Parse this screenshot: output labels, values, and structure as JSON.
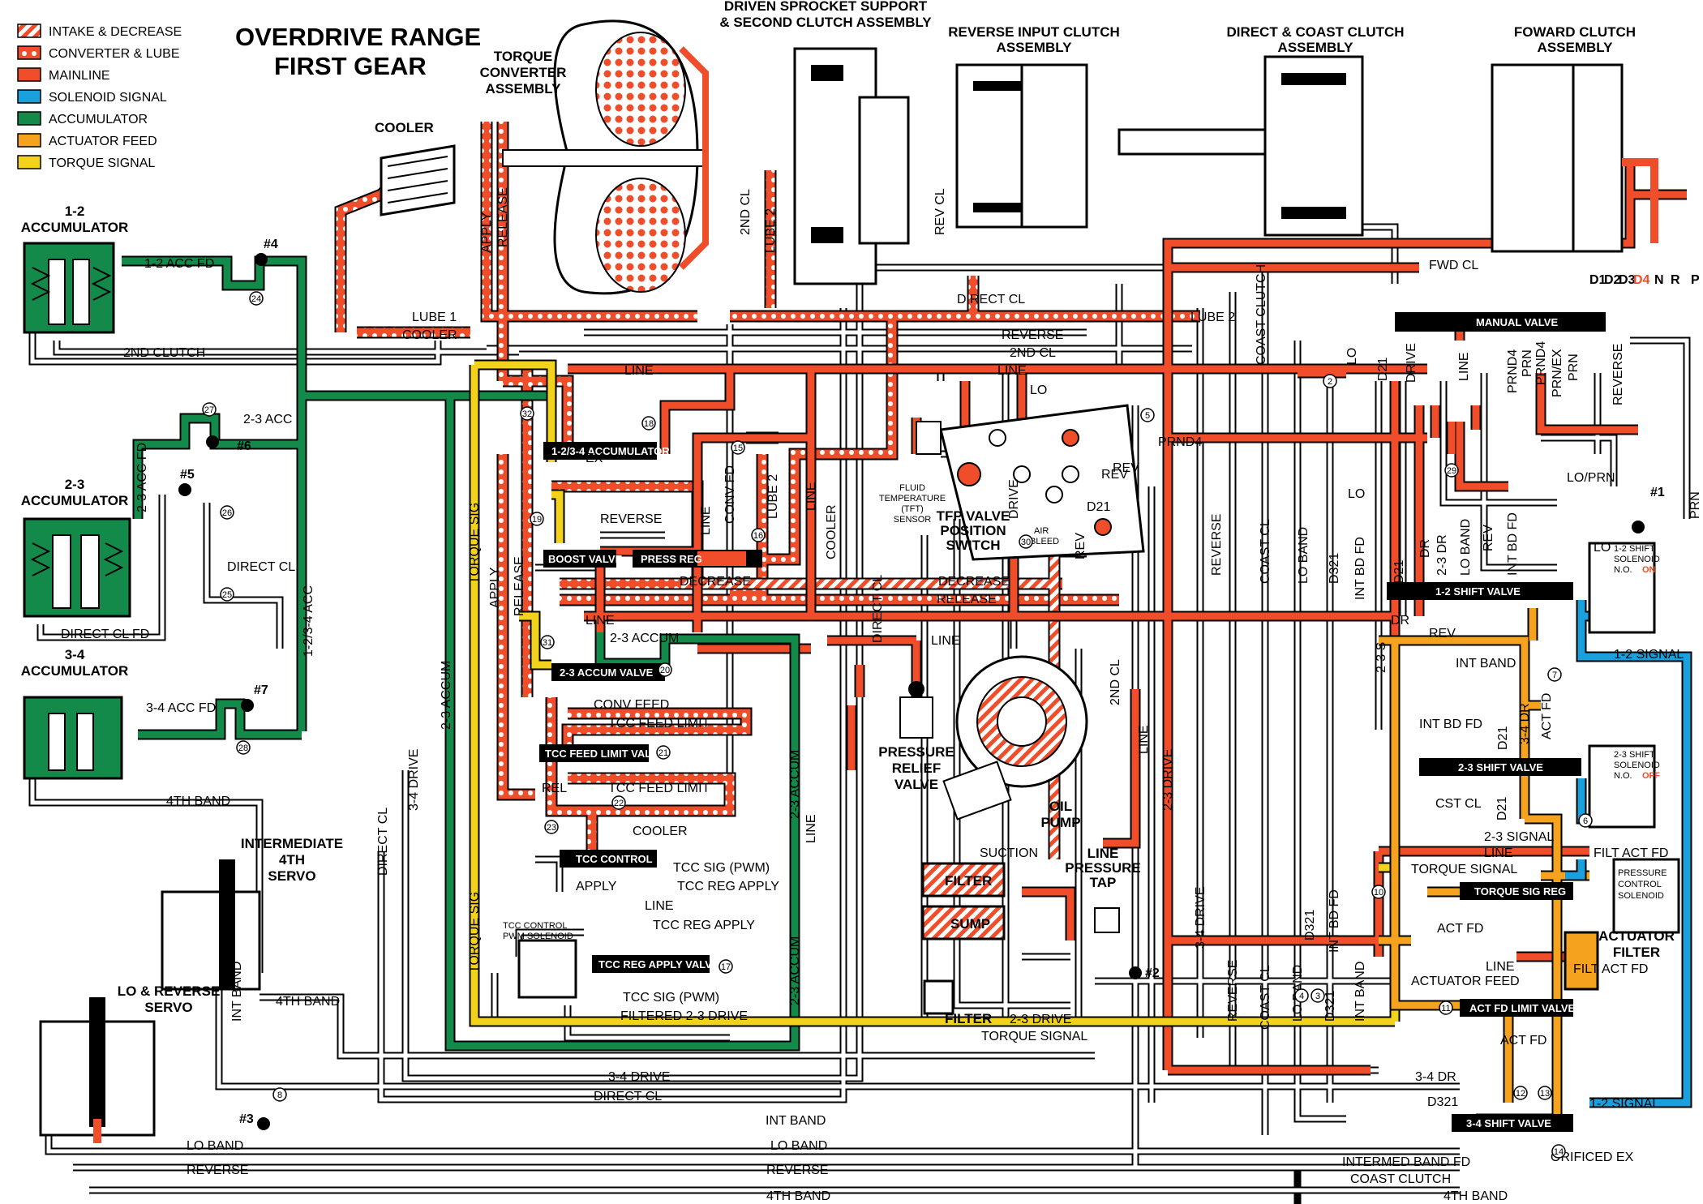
{
  "title": {
    "line1": "OVERDRIVE RANGE",
    "line2": "FIRST GEAR"
  },
  "legend": [
    {
      "label": "INTAKE & DECREASE",
      "color": "#f04e2a",
      "pattern": "hatch"
    },
    {
      "label": "CONVERTER & LUBE",
      "color": "#f04e2a",
      "pattern": "dots"
    },
    {
      "label": "MAINLINE",
      "color": "#f04e2a",
      "pattern": "solid"
    },
    {
      "label": "SOLENOID SIGNAL",
      "color": "#1aa0dc",
      "pattern": "solid"
    },
    {
      "label": "ACCUMULATOR",
      "color": "#138a4a",
      "pattern": "solid"
    },
    {
      "label": "ACTUATOR FEED",
      "color": "#f5a21e",
      "pattern": "solid"
    },
    {
      "label": "TORQUE SIGNAL",
      "color": "#f2d21a",
      "pattern": "solid"
    }
  ],
  "colors": {
    "mainline": "#f04e2a",
    "solenoid": "#1aa0dc",
    "accumulator": "#138a4a",
    "actuator": "#f5a21e",
    "torque": "#f2d21a",
    "exhaust": "#ffffff"
  },
  "headers": {
    "cooler": "COOLER",
    "acc12": [
      "1-2",
      "ACCUMULATOR"
    ],
    "acc23": [
      "2-3",
      "ACCUMULATOR"
    ],
    "acc34": [
      "3-4",
      "ACCUMULATOR"
    ],
    "torque_conv": [
      "TORQUE",
      "CONVERTER",
      "ASSEMBLY"
    ],
    "driven": [
      "DRIVEN SPROCKET SUPPORT",
      "& SECOND CLUTCH ASSEMBLY"
    ],
    "reverse_input": [
      "REVERSE INPUT CLUTCH",
      "ASSEMBLY"
    ],
    "direct_coast": [
      "DIRECT & COAST CLUTCH",
      "ASSEMBLY"
    ],
    "forward": [
      "FOWARD CLUTCH",
      "ASSEMBLY"
    ],
    "int_servo": [
      "INTERMEDIATE",
      "4TH",
      "SERVO"
    ],
    "lo_rev_servo": [
      "LO & REVERSE",
      "SERVO"
    ],
    "tfp": [
      "TFP VALVE",
      "POSITION",
      "SWITCH"
    ],
    "tft": [
      "FLUID",
      "TEMPERATURE",
      "(TFT)",
      "SENSOR"
    ],
    "relief": [
      "PRESSURE",
      "RELIEF",
      "VALVE"
    ],
    "oil_pump": [
      "OIL",
      "PUMP"
    ],
    "line_tap": [
      "LINE",
      "PRESSURE",
      "TAP"
    ],
    "actuator_filter": [
      "ACTUATOR",
      "FILTER"
    ],
    "tcc_pwm": [
      "TCC CONTROL",
      "PWM SOLENOID"
    ],
    "pcs": [
      "PRESSURE",
      "CONTROL",
      "SOLENOID"
    ],
    "filter": "FILTER",
    "sump": "SUMP",
    "filter2": "FILTER",
    "suction": "SUCTION",
    "air_bleed": [
      "AIR",
      "BLEED"
    ]
  },
  "valves": {
    "acc_1234": "1-2/3-4 ACCUMULATOR",
    "boost": "BOOST VALVE",
    "press_reg": "PRESS REG",
    "acc_23": "2-3 ACCUM VALVE",
    "tcc_feed": "TCC FEED LIMIT VALVE",
    "tcc_control": "TCC CONTROL",
    "tcc_reg_apply": "TCC REG APPLY VALVE",
    "manual": "MANUAL VALVE",
    "shift12": "1-2 SHIFT VALVE",
    "shift23": "2-3 SHIFT VALVE",
    "torque_sig_reg": "TORQUE SIG REG",
    "act_fd_limit": "ACT FD LIMIT VALVE",
    "shift34": "3-4 SHIFT VALVE"
  },
  "solenoids": {
    "s12": {
      "name": [
        "1-2 SHIFT",
        "SOLENOID",
        "N.O."
      ],
      "state": "ON"
    },
    "s23": {
      "name": [
        "2-3 SHIFT",
        "SOLENOID",
        "N.O."
      ],
      "state": "OFF"
    }
  },
  "manual_positions": [
    "D1",
    "D2",
    "D3",
    "D4",
    "N",
    "R",
    "P"
  ],
  "checkballs": [
    "#1",
    "#2",
    "#3",
    "#4",
    "#5",
    "#6",
    "#7"
  ],
  "lines": {
    "acc12_fd": "1-2 ACC FD",
    "second_clutch": "2ND CLUTCH",
    "acc23": "2-3 ACC",
    "acc23_fd": "2-3 ACC FD",
    "direct_cl": "DIRECT CL",
    "direct_cl_fd": "DIRECT CL FD",
    "acc34_fd": "3-4 ACC FD",
    "acc1234": "1-2/3-4 ACC",
    "fourth_band": "4TH BAND",
    "lube1": "LUBE 1",
    "cooler": "COOLER",
    "apply": "APPLY",
    "release": "RELEASE",
    "second_cl": "2ND CL",
    "lube2": "LUBE 2",
    "rev_cl": "REV CL",
    "fwd_cl": "FWD CL",
    "coast_clutch": "COAST CLUTCH",
    "reverse": "REVERSE",
    "line": "LINE",
    "lo": "LO",
    "prnd4": "PRND4",
    "rev": "REV",
    "drive": "DRIVE",
    "d21": "D21",
    "d321": "D321",
    "prn": "PRN",
    "prnex": "PRN/EX",
    "lo_prn": "LO/PRN",
    "lo_band": "LO BAND",
    "int_bd_fd": "INT BD FD",
    "dr": "DR",
    "dr23": "2-3 DR",
    "dr34": "3-4 DR",
    "s23": "2-3 S",
    "int_band": "INT BAND",
    "act_fd": "ACT FD",
    "cst_cl": "CST CL",
    "signal12": "1-2 SIGNAL",
    "signal23": "2-3 SIGNAL",
    "torque_signal": "TORQUE SIGNAL",
    "filt_act_fd": "FILT ACT FD",
    "actuator_feed": "ACTUATOR FEED",
    "intermed_band_fd": "INTERMED BAND FD",
    "orificed_ex": "ORIFICED EX",
    "torque_sig": "TORQUE SIG",
    "accum23": "2-3 ACCUM",
    "drive34": "3-4 DRIVE",
    "drive23": "2-3 DRIVE",
    "conv_fd": "CONV FD",
    "lube_2": "LUBE 2",
    "decrease": "DECREASE",
    "conv_feed": "CONV FEED",
    "tcc_feed_limit": "TCC FEED LIMIT",
    "rel": "REL",
    "tcc_sig_pwm": "TCC SIG (PWM)",
    "tcc_reg_apply": "TCC REG APPLY",
    "filtered_23_drive": "FILTERED 2-3 DRIVE",
    "coast_cl": "COAST CL",
    "lo_band_line": "LO BAND",
    "int_band_line": "INT BAND",
    "ex": "EX",
    "lo_prn_short": "LO",
    "int_band_short": "INT BAND"
  }
}
